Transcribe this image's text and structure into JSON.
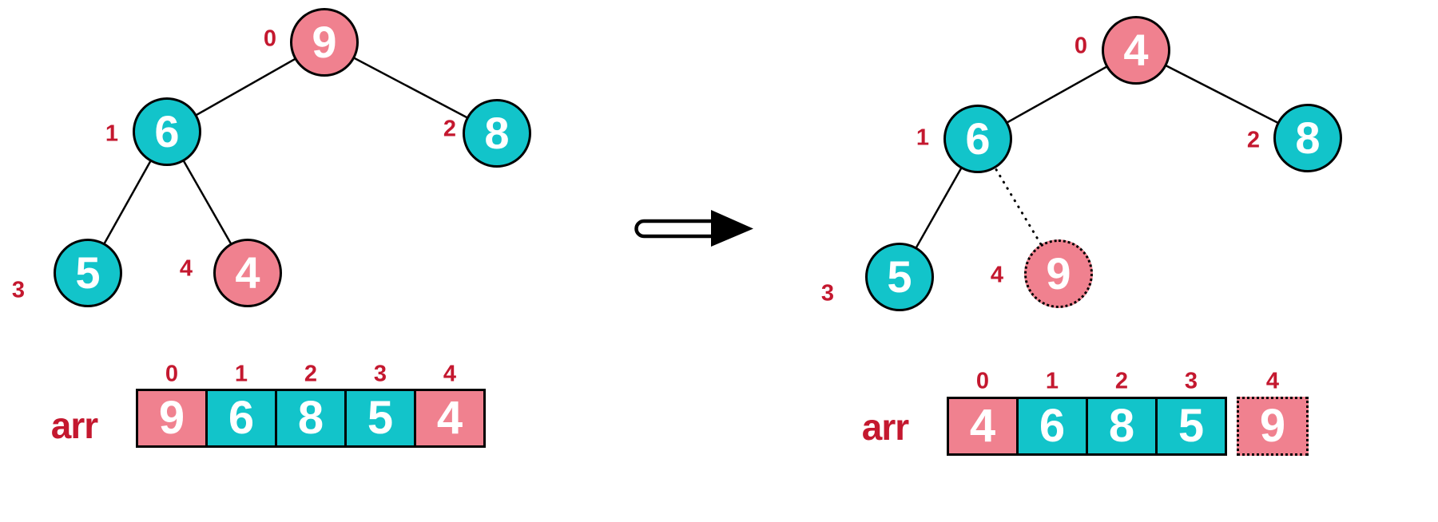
{
  "colors": {
    "pink": "#F0818F",
    "teal": "#12C4CA",
    "red": "#C4182F",
    "line": "#000000"
  },
  "left_panel": {
    "array_label": "arr",
    "tree": {
      "nodes": [
        {
          "index": "0",
          "value": "9",
          "color": "pink"
        },
        {
          "index": "1",
          "value": "6",
          "color": "teal"
        },
        {
          "index": "2",
          "value": "8",
          "color": "teal"
        },
        {
          "index": "3",
          "value": "5",
          "color": "teal"
        },
        {
          "index": "4",
          "value": "4",
          "color": "pink"
        }
      ]
    },
    "array": {
      "indices": [
        "0",
        "1",
        "2",
        "3",
        "4"
      ],
      "cells": [
        {
          "value": "9",
          "color": "pink"
        },
        {
          "value": "6",
          "color": "teal"
        },
        {
          "value": "8",
          "color": "teal"
        },
        {
          "value": "5",
          "color": "teal"
        },
        {
          "value": "4",
          "color": "pink"
        }
      ]
    }
  },
  "right_panel": {
    "array_label": "arr",
    "tree": {
      "nodes": [
        {
          "index": "0",
          "value": "4",
          "color": "pink"
        },
        {
          "index": "1",
          "value": "6",
          "color": "teal"
        },
        {
          "index": "2",
          "value": "8",
          "color": "teal"
        },
        {
          "index": "3",
          "value": "5",
          "color": "teal"
        },
        {
          "index": "4",
          "value": "9",
          "color": "pink",
          "detached": true
        }
      ]
    },
    "array": {
      "indices": [
        "0",
        "1",
        "2",
        "3",
        "4"
      ],
      "cells": [
        {
          "value": "4",
          "color": "pink"
        },
        {
          "value": "6",
          "color": "teal"
        },
        {
          "value": "8",
          "color": "teal"
        },
        {
          "value": "5",
          "color": "teal"
        },
        {
          "value": "9",
          "color": "pink",
          "detached": true
        }
      ]
    }
  }
}
